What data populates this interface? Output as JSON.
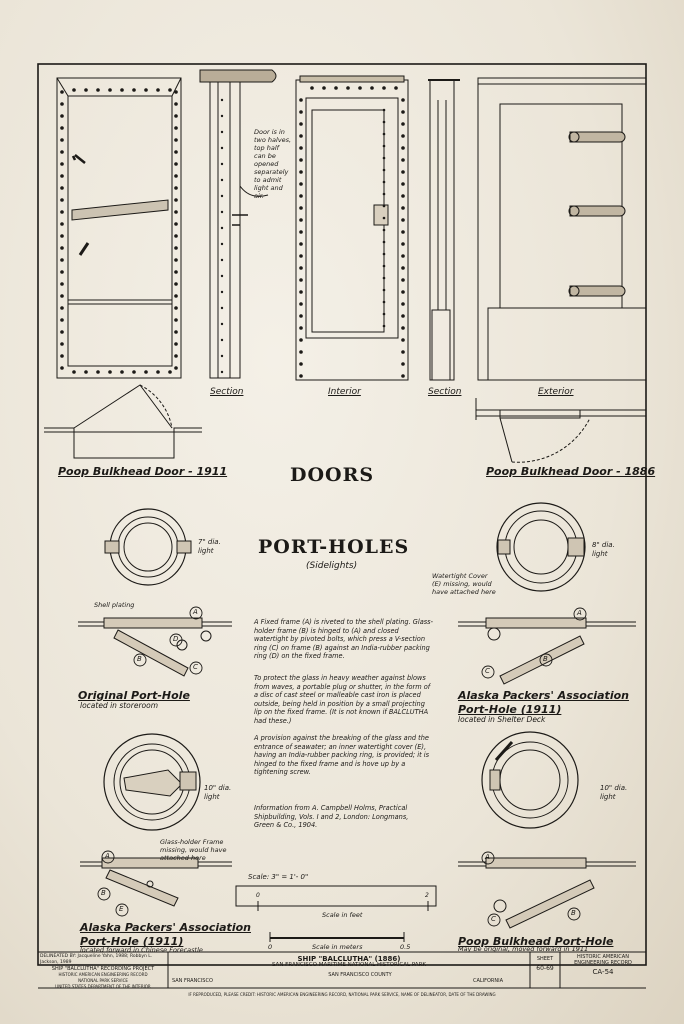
{
  "titles": {
    "main": "DOORS",
    "section": "PORT-HOLES",
    "subtitle": "(Sidelights)"
  },
  "view_labels": {
    "section_left": "Section",
    "interior": "Interior",
    "section_right": "Section",
    "exterior": "Exterior"
  },
  "door_note": [
    "Door is in",
    "two halves,",
    "top half",
    "can be",
    "opened",
    "separately",
    "to admit",
    "light and",
    "air."
  ],
  "captions": {
    "poop_door_1911": "Poop Bulkhead Door - 1911",
    "poop_door_1886": "Poop Bulkhead Door - 1886",
    "original_porthole": "Original Port-Hole",
    "original_porthole_sub": "located in storeroom",
    "alaska_1911_right": [
      "Alaska Packers' Association",
      "Port-Hole (1911)"
    ],
    "alaska_1911_right_sub": "located in Shelter Deck",
    "alaska_1911_left": [
      "Alaska Packers' Association",
      "Port-Hole (1911)"
    ],
    "alaska_1911_left_sub": "located forward in Chinese Forecastle",
    "poop_porthole": "Poop Bulkhead Port-Hole",
    "poop_porthole_sub": "May be original, moved forward in 1911"
  },
  "annotations": {
    "dia_7": [
      "7\" dia.",
      "light"
    ],
    "dia_8": [
      "8\" dia.",
      "light"
    ],
    "dia_10_left": [
      "10\" dia.",
      "light"
    ],
    "dia_10_right": [
      "10\" dia.",
      "light"
    ],
    "shell_plating": "Shell plating",
    "watertight_cover": [
      "Watertight Cover",
      "(E) missing, would",
      "have attached here"
    ],
    "glass_holder": [
      "Glass-holder Frame",
      "missing, would have",
      "attached here"
    ]
  },
  "callout_letters": [
    "A",
    "B",
    "C",
    "D",
    "E"
  ],
  "description": [
    "A Fixed frame (A) is riveted to the shell plating. Glass-holder frame (B) is hinged to (A) and closed watertight by pivoted bolts, which press a V-section ring (C) on frame (B) against an India-rubber packing ring (D) on the fixed frame.",
    "To protect the glass in heavy weather against blows from waves, a portable plug or shutter, in the form of a disc of cast steel or malleable cast iron is placed outside, being held in position by a small projecting lip on the fixed frame. (It is not known if BALCLUTHA had these.)",
    "A provision against the breaking of the glass and the entrance of seawater; an inner watertight cover (E), having an India-rubber packing ring, is provided; it is hinged to the fixed frame and is hove up by a tightening screw.",
    "Information from A. Campbell Holms, Practical Shipbuilding, Vols. I and 2, London: Longmans, Green & Co., 1904."
  ],
  "scale": {
    "label": "Scale: 3\" = 1'- 0\"",
    "feet_label": "Scale in feet",
    "feet_ticks": [
      "0",
      "2"
    ],
    "meters_label": "Scale in meters",
    "meter_ticks": [
      "0",
      "0.5"
    ]
  },
  "title_block": {
    "delineated": "DELINEATED BY: Jacqueline Yahn, 1988; Robbyn L. Jackson, 1989",
    "project": "SHIP \"BALCLUTHA\" RECORDING PROJECT",
    "agency": [
      "HISTORIC AMERICAN ENGINEERING RECORD",
      "NATIONAL PARK SERVICE",
      "UNITED STATES DEPARTMENT OF THE INTERIOR"
    ],
    "ship": "SHIP \"BALCLUTHA\" (1886)",
    "park": "SAN FRANCISCO MARITIME NATIONAL HISTORICAL PARK",
    "city": "SAN FRANCISCO",
    "county": "SAN FRANCISCO COUNTY",
    "state": "CALIFORNIA",
    "sheet_label": "SHEET",
    "sheet_no": "60-69",
    "record": [
      "HISTORIC AMERICAN",
      "ENGINEERING RECORD"
    ],
    "record_no": "CA-54",
    "footer": "IF REPRODUCED, PLEASE CREDIT: HISTORIC AMERICAN ENGINEERING RECORD, NATIONAL PARK SERVICE, NAME OF DELINEATOR, DATE OF THE DRAWING"
  },
  "colors": {
    "paper": "#ece7dc",
    "ink": "#1c1a17"
  }
}
